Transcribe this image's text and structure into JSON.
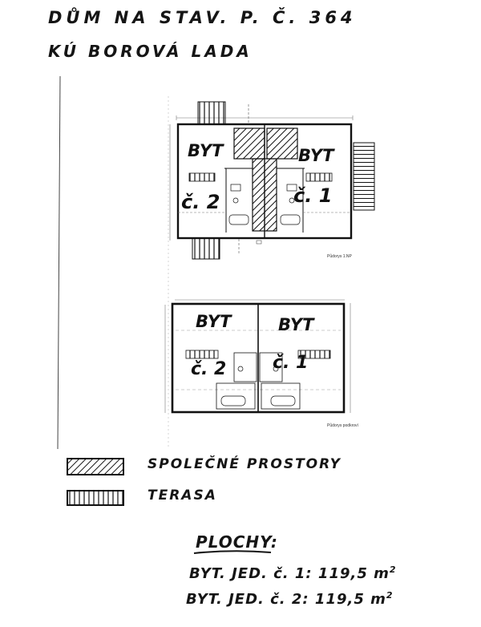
{
  "header": {
    "line1": "DŮM NA STAV. P. Č. 364",
    "line2": "KÚ BOROVÁ LADA"
  },
  "plan_upper": {
    "unit_left": "BYT",
    "unit_left_no": "č. 2",
    "unit_right": "BYT",
    "unit_right_no": "č. 1",
    "caption": "Půdorys 1.NP"
  },
  "plan_lower": {
    "unit_left": "BYT",
    "unit_left_no": "č. 2",
    "unit_right": "BYT",
    "unit_right_no": "č. 1",
    "caption": "Půdorys podkroví"
  },
  "legend": {
    "items": [
      {
        "pattern": "hatched",
        "label": "SPOLEČNÉ PROSTORY"
      },
      {
        "pattern": "vertical-bars",
        "label": "TERASA"
      }
    ]
  },
  "areas": {
    "title": "PLOCHY:",
    "rows": [
      {
        "label": "BYT. JED. č. 1:",
        "value": "119,5 m",
        "sup": "2"
      },
      {
        "label": "BYT. JED. č. 2:",
        "value": "119,5 m",
        "sup": "2"
      }
    ]
  }
}
